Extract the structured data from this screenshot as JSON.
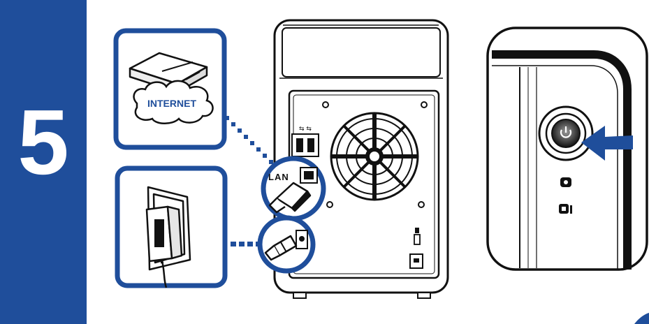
{
  "step": {
    "number": "5"
  },
  "router_panel": {
    "cloud_label": "INTERNET"
  },
  "nas_back": {
    "lan_label": "LAN"
  },
  "colors": {
    "brand_blue": "#1f4e9b",
    "line_black": "#111111",
    "background": "#ffffff"
  },
  "icons": [
    "router-icon",
    "cloud-icon",
    "power-adapter-icon",
    "ethernet-plug-icon",
    "dc-plug-icon",
    "usb-ports-icon",
    "fan-grille-icon",
    "power-button-icon",
    "arrow-icon",
    "disk-icon",
    "lock-slot-icon"
  ]
}
